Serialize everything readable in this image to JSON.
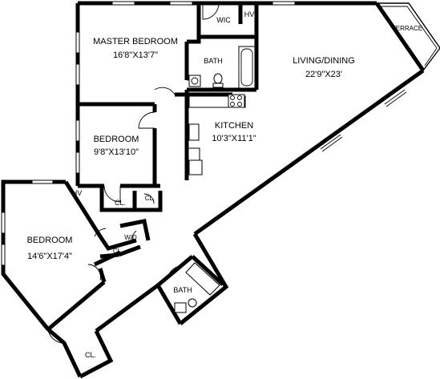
{
  "rooms": {
    "master_bedroom": {
      "name": "MASTER BEDROOM",
      "dims": "16'8\"X13'7\""
    },
    "bedroom_2": {
      "name": "BEDROOM",
      "dims": "9'8\"X13'10\""
    },
    "bedroom_3": {
      "name": "BEDROOM",
      "dims": "14'6\"X17'4\""
    },
    "living_dining": {
      "name": "LIVING/DINING",
      "dims": "22'9\"X23'"
    },
    "kitchen": {
      "name": "KITCHEN",
      "dims": "10'3\"X11'1\""
    }
  },
  "labels": {
    "wic": "WIC",
    "hv_top": "HV",
    "hv_left": "HV",
    "bath_master": "BATH",
    "bath_hall": "BATH",
    "terrace": "TERRACE",
    "wd": "W/D",
    "cl_bedroom2": "CL.",
    "cl_small": "CL.",
    "cl_bedroom3": "CL",
    "cl_entry": "CL."
  },
  "colors": {
    "wall": "#000000",
    "background": "#ffffff"
  }
}
